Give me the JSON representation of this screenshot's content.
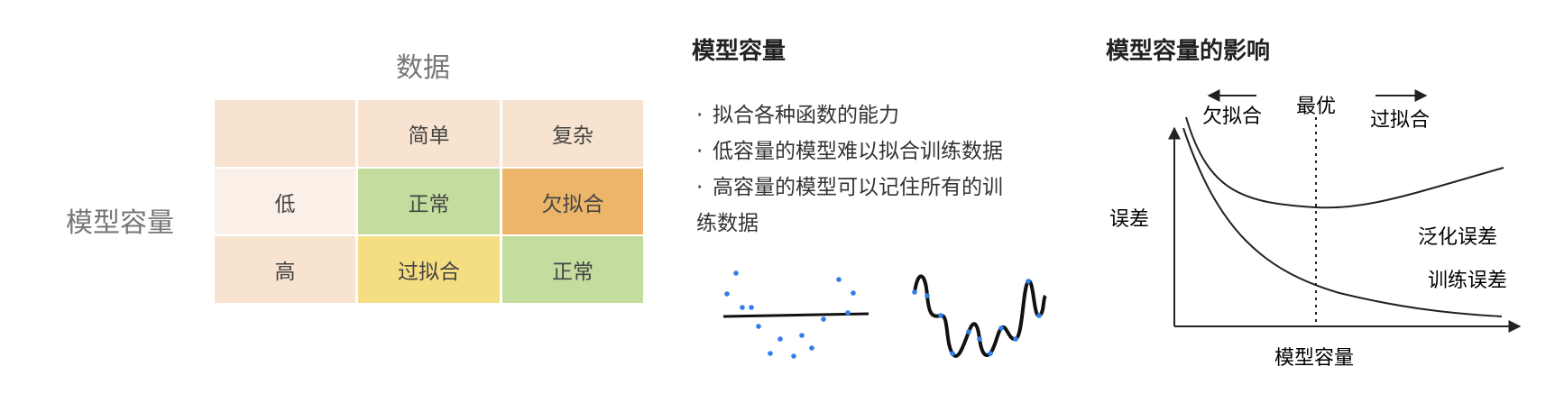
{
  "left": {
    "axis_top": "数据",
    "axis_left": "模型容量",
    "col_headers": [
      "简单",
      "复杂"
    ],
    "row_headers": [
      "低",
      "高"
    ],
    "cells": [
      [
        "正常",
        "欠拟合"
      ],
      [
        "过拟合",
        "正常"
      ]
    ]
  },
  "middle": {
    "title": "模型容量",
    "bullets": [
      {
        "line1": "拟合各种函数的能力"
      },
      {
        "line1": "低容量的模型难以拟合训练数据"
      },
      {
        "line1": "高容量的模型可以记住所有的训",
        "line2": "练数据"
      }
    ],
    "bullet_char": "·"
  },
  "right": {
    "title": "模型容量的影响",
    "underfit_label": "欠拟合",
    "optimal_label": "最优",
    "overfit_label": "过拟合",
    "y_label": "误差",
    "x_label": "模型容量",
    "gen_error_label": "泛化误差",
    "train_error_label": "训练误差"
  },
  "colors": {
    "header": "#f8e3d1",
    "low_row_header": "#fbf0e7",
    "normal": "#c4dd9e",
    "underfit": "#ecb56a",
    "overfit": "#f5dd82",
    "points": "#2f7fe8"
  }
}
